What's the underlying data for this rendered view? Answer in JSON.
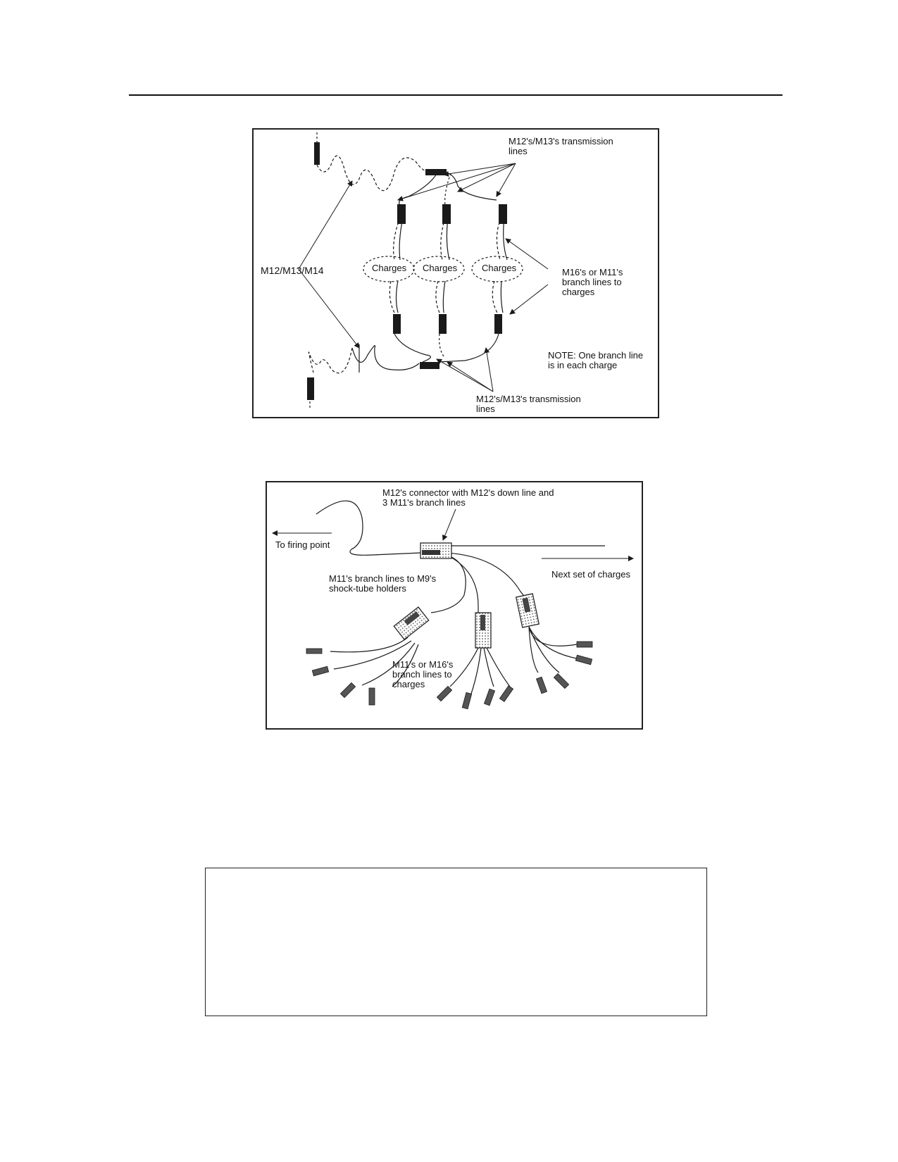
{
  "figure1": {
    "label_top_transmission": "M12's/M13's transmission\nlines",
    "label_m12_m13_m14": "M12/M13/M14",
    "label_charges": [
      "Charges",
      "Charges",
      "Charges"
    ],
    "label_branch_lines": "M16's or M11's\nbranch lines to\ncharges",
    "label_note": "NOTE: One branch line\nis in each charge",
    "label_bottom_transmission": "M12's/M13's transmission\nlines"
  },
  "figure2": {
    "label_connector": "M12's connector with M12's down line and\n3 M11's branch lines",
    "label_firing_point": "To firing point",
    "label_next_set": "Next set of charges",
    "label_shock_tube": "M11's branch lines to M9's\nshock-tube holders",
    "label_branch_lines": "M11's or M16's\nbranch lines to\ncharges"
  },
  "colors": {
    "ink": "#1a1a1a",
    "dot_fill": "#cfcfcf",
    "frame": "#222222"
  }
}
